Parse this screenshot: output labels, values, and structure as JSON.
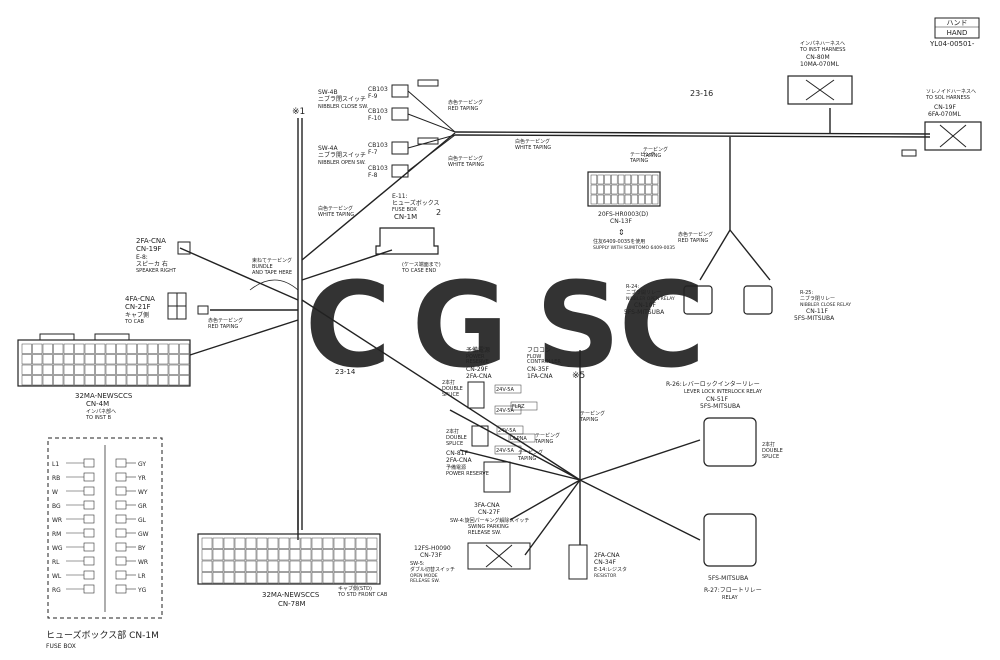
{
  "header": {
    "tag_line1": "ハンド",
    "tag_line2": "HAND",
    "code": "YL04-00501-"
  },
  "harness": {
    "main_label": "23-16",
    "branch_label": "23-14",
    "note1": "※1",
    "note5": "※5",
    "fuse_ref": "2"
  },
  "switches": {
    "sw4b_close": [
      "SW-4B",
      "ニブラ閉スイッチ",
      "NIBBLER CLOSE SW."
    ],
    "sw4a_open": [
      "SW-4A",
      "ニブラ開スイッチ",
      "NIBBLER OPEN SW."
    ],
    "cb1": [
      "CB103",
      "F-9"
    ],
    "cb2": [
      "CB103",
      "F-10"
    ],
    "cb3": [
      "CB103",
      "F-7"
    ],
    "cb4": [
      "CB103",
      "F-8"
    ],
    "red_taping": [
      "赤色テーピング",
      "RED TAPING"
    ],
    "white_taping": [
      "白色テーピング",
      "WHITE TAPING"
    ],
    "white_taping2": [
      "白色テーピング",
      "WHITE TAPING"
    ],
    "white_taping3": [
      "白色テーピング",
      "WHITE TAPING"
    ]
  },
  "left": {
    "speaker": [
      "2FA-CNA",
      "CN-19F",
      "E-8:",
      "スピーカ 右",
      "SPEAKER RIGHT"
    ],
    "cab": [
      "4FA-CNA",
      "CN-21F",
      "キャブ側",
      "TO CAB"
    ],
    "cab_red_taping": [
      "赤色テーピング",
      "RED TAPING"
    ],
    "bundle": [
      "束ねてテーピング",
      "BUNDLE",
      "AND TAPE HERE"
    ],
    "conn32": [
      "32MA-NEWSCCS",
      "CN-4M",
      "インパネ部へ",
      "TO INST B"
    ]
  },
  "fusebox": {
    "lines": [
      "E-11:",
      "ヒューズボックス",
      "FUSE BOX",
      "CN-1M"
    ],
    "case_end": [
      "(ケース端面まで)",
      "TO CASE END"
    ],
    "title": "ヒューズボックス部  CN-1M",
    "subtitle": "FUSE BOX",
    "left_wires": [
      "L1",
      "RB",
      "W",
      "BG",
      "WR",
      "RM",
      "WG",
      "RL",
      "WL",
      "RG"
    ],
    "right_wires": [
      "GY",
      "YR",
      "WY",
      "GR",
      "GL",
      "GW",
      "BY",
      "WR",
      "LR",
      "YG"
    ]
  },
  "center": {
    "conn20": [
      "20FS-HR0003(D)",
      "CN-13F"
    ],
    "supply": [
      "住友6409-0035を使用",
      "SUPPLY WITH SUMITOMO 6409-0035"
    ],
    "taping": [
      "テーピング",
      "TAPING"
    ],
    "red_taping": [
      "赤色テーピング",
      "RED TAPING"
    ],
    "power_reserve": [
      "予備電源",
      "POWER",
      "RESERVE",
      "CN-29F",
      "2FA-CNA"
    ],
    "flow": [
      "フロコン",
      "FLOW",
      "CONTROLLER",
      "CN-35F",
      "1FA-CNA"
    ],
    "double_splice1": [
      "2本打",
      "DOUBLE",
      "SPLICE"
    ],
    "double_splice2": [
      "2本打",
      "DOUBLE",
      "SPLICE"
    ],
    "cn81": [
      "CN-81F",
      "2FA-CNA",
      "予備電源",
      "POWER RESERVE"
    ],
    "cn27": [
      "3FA-CNA",
      "CN-27F"
    ],
    "sw4": [
      "SW-4:旋回パーキング解除スイッチ",
      "SWING PARKING",
      "RELEASE SW."
    ],
    "cn73": [
      "12FS-H0090",
      "CN-73F",
      "SW-5:",
      "ダブル切替スイッチ",
      "OPEN MODE",
      "RELEASE SW."
    ],
    "cn34": [
      "2FA-CNA",
      "CN-34F",
      "E-14:レジスタ",
      "RESISTOR"
    ],
    "cn78": [
      "32MA-NEWSCCS",
      "CN-78M",
      "キャブ側(STD)",
      "TO STD FRONT CAB"
    ],
    "taping_a": [
      "テーピング",
      "TAPING"
    ],
    "taping_b": [
      "テーピング",
      "TAPING"
    ],
    "taping_c": [
      "テーピング",
      "TAPING"
    ],
    "taping_d": [
      "テーピング",
      "TAPING"
    ],
    "wire_codes": [
      "24V-5A",
      "24V-5A",
      "FLRZ",
      "24V-5A",
      "DLPNA",
      "24V-5A"
    ]
  },
  "right": {
    "inst_harness": [
      "インパネハーネスへ",
      "TO INST HARNESS",
      "CN-80M",
      "10MA-070ML"
    ],
    "sol_harness": [
      "ソレノイドハーネスへ",
      "TO SOL HARNESS",
      "CN-19F",
      "6FA-070ML"
    ],
    "r24": [
      "R-24:",
      "ニブラ開リレー",
      "NIBBLER OPEN RELAY",
      "CN-10F",
      "5FS-MITSUBA"
    ],
    "r25": [
      "R-25:",
      "ニブラ閉リレー",
      "NIBBLER CLOSE RELAY",
      "CN-11F",
      "5FS-MITSUBA"
    ],
    "r26": [
      "R-26:レバーロックインターリレー",
      "LEVER LOCK INTERLOCK RELAY",
      "CN-51F",
      "5FS-MITSUBA"
    ],
    "double_splice": [
      "2本打",
      "DOUBLE",
      "SPLICE"
    ],
    "r27": [
      "5FS-MITSUBA",
      "R-27:フロートリレー",
      "RELAY"
    ]
  },
  "watermark": {
    "letters": [
      "C",
      "G",
      "S",
      "C"
    ],
    "colors": [
      "#4F86E8",
      "#F08A80",
      "#F7D35A",
      "#3DA36A"
    ]
  }
}
